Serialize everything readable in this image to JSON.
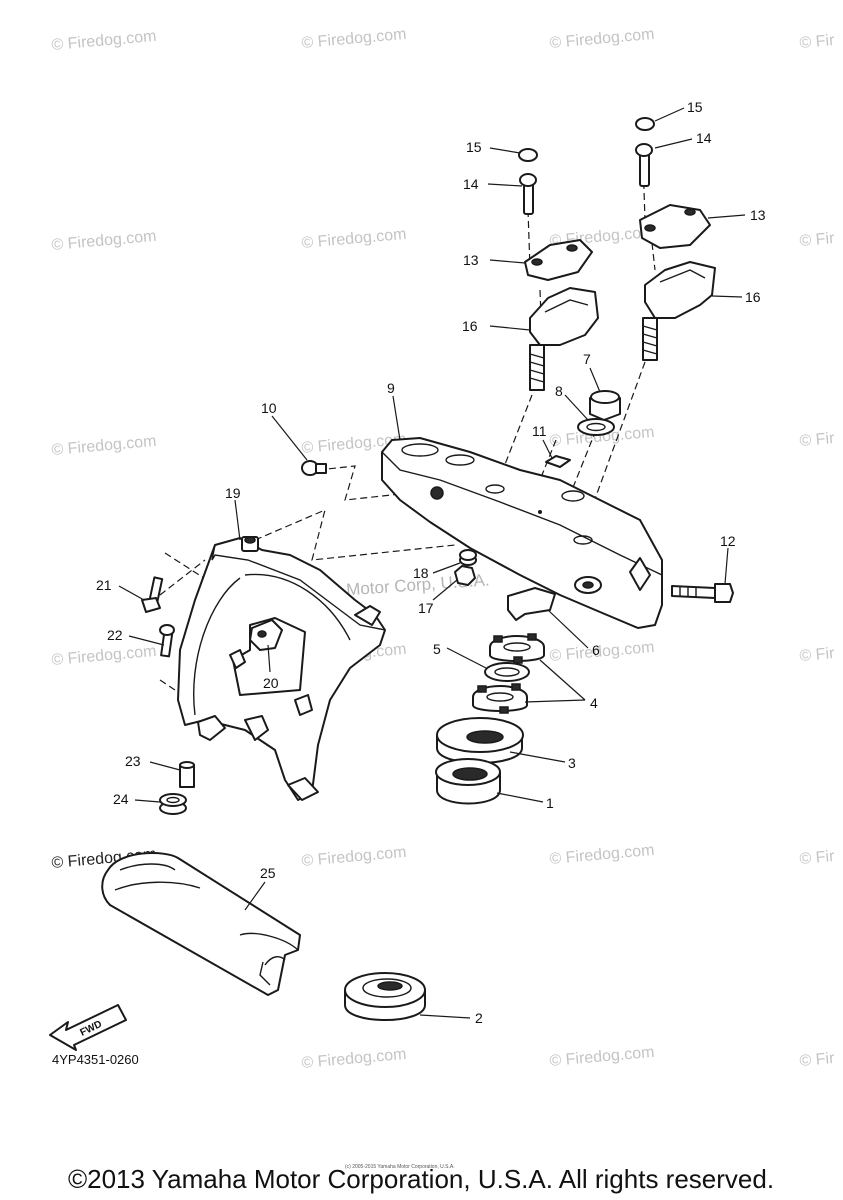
{
  "diagram": {
    "part_code": "4YP4351-0260",
    "fwd_label": "FWD",
    "center_watermark": "Yamaha Motor Corp, U.S.A.",
    "small_copyright": "(c) 2005-2015 Yamaha Motor Corporation, U.S.A.",
    "footer_copyright": "©2013 Yamaha Motor Corporation, U.S.A. All rights reserved.",
    "watermarks": [
      "© Firedog.com",
      "© Firedog.com",
      "© Firedog.com",
      "© Fir",
      "© Firedog.com",
      "© Firedog.com",
      "© Firedog.com",
      "© Fir",
      "© Firedog.com",
      "© Firedog.com",
      "© Firedog.com",
      "© Fir",
      "© Firedog.com",
      "© Firedog.com",
      "© Firedog.com",
      "© Fir",
      "© Firedog.com",
      "© Firedog.com",
      "© Firedog.com",
      "© Fir",
      "© Firedog.com",
      "© Firedog.com",
      "© Fir"
    ],
    "callouts": [
      "15",
      "14",
      "13",
      "16",
      "15",
      "14",
      "13",
      "16",
      "7",
      "8",
      "9",
      "10",
      "11",
      "19",
      "18",
      "17",
      "12",
      "6",
      "5",
      "4",
      "3",
      "1",
      "21",
      "22",
      "20",
      "23",
      "24",
      "25",
      "2"
    ]
  }
}
